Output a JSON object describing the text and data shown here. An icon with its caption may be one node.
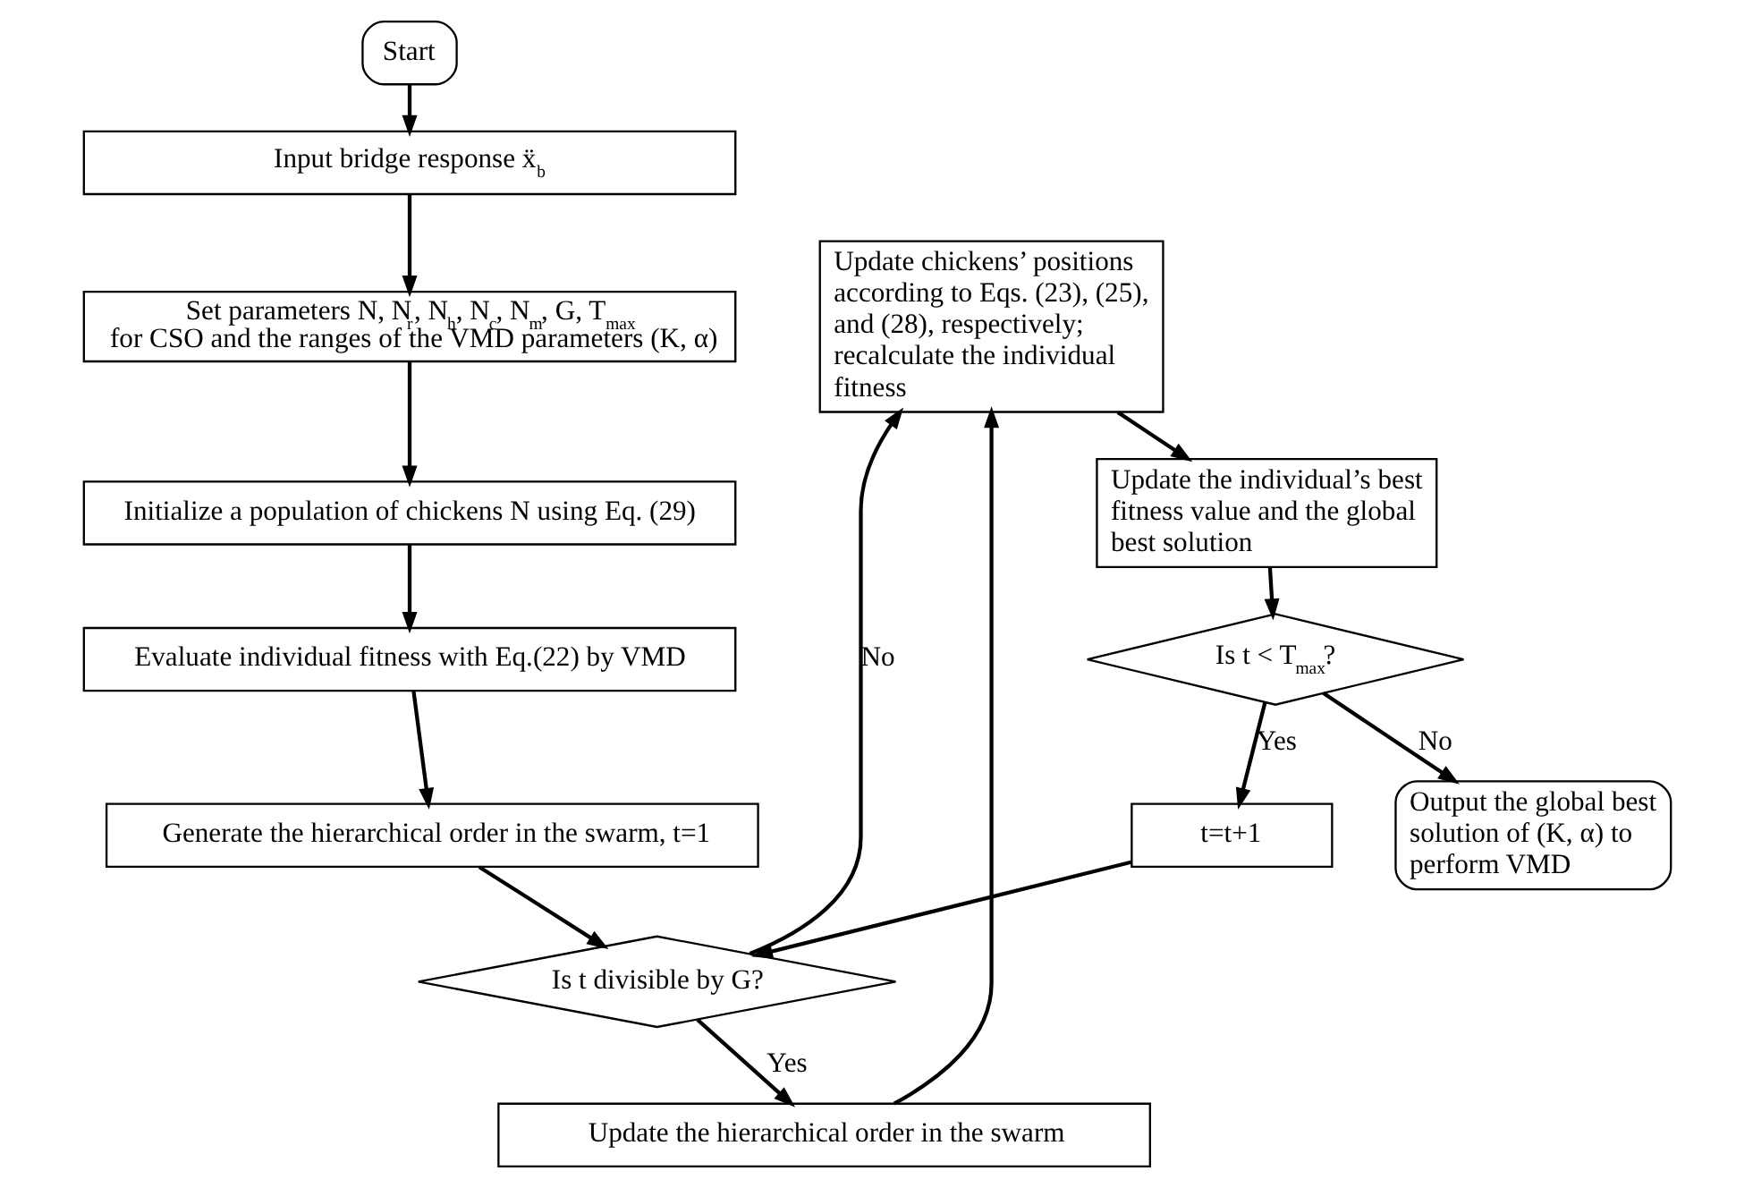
{
  "diagram": {
    "nodes": [
      {
        "text": [
          "Start"
        ]
      },
      {
        "text": [
          "Input bridge response ẍ$_{b}$"
        ]
      },
      {
        "text": [
          "Set parameters N, N$_{r}$, N$_{h}$, N$_{c}$, N$_{m}$, G, T$_{max}$ for CSO and the ranges of the VMD parameters (K, α)"
        ]
      },
      {
        "text": [
          "Initialize a population of chickens N using Eq. (29)"
        ]
      },
      {
        "text": [
          "Evaluate individual fitness with Eq.(22) by VMD"
        ]
      },
      {
        "text": [
          "Generate the hierarchical order in the swarm, t=1"
        ]
      },
      {
        "text": [
          "Is t divisible by G?"
        ]
      },
      {
        "text": [
          "Update the hierarchical order in the swarm"
        ]
      },
      {
        "text": [
          "t=t+1"
        ]
      },
      {
        "text": [
          "Update chickens’ positions according to Eqs. (23), (25), and (28), respectively; recalculate the individual fitness"
        ]
      },
      {
        "text": [
          "Update the individual’s best fitness value and the global best solution"
        ]
      },
      {
        "text": [
          "Is t < T$_{max}$?"
        ]
      },
      {
        "text": [
          "Output the global best solution of (K, α) to perform VMD"
        ]
      }
    ],
    "edges": [
      {
        "from": 0,
        "to": 1,
        "arrow": "to"
      },
      {
        "from": 1,
        "to": 2,
        "arrow": "to"
      },
      {
        "from": 2,
        "to": 3,
        "arrow": "to"
      },
      {
        "from": 3,
        "to": 4,
        "arrow": "to"
      },
      {
        "from": 4,
        "to": 5,
        "arrow": "to"
      },
      {
        "from": 5,
        "to": 6,
        "arrow": "to"
      },
      {
        "from": 6,
        "to": 7,
        "arrow": "to",
        "label": "Yes"
      },
      {
        "from": 6,
        "to": 9,
        "arrow": "to",
        "label": "No"
      },
      {
        "from": 7,
        "to": 9,
        "arrow": "to"
      },
      {
        "from": 9,
        "to": 10,
        "arrow": "to"
      },
      {
        "from": 10,
        "to": 11,
        "arrow": "to"
      },
      {
        "from": 11,
        "to": 12,
        "arrow": "to",
        "label": "No"
      },
      {
        "from": 11,
        "to": 8,
        "arrow": "to",
        "label": "Yes"
      },
      {
        "from": 8,
        "to": 6,
        "arrow": "to"
      }
    ]
  }
}
